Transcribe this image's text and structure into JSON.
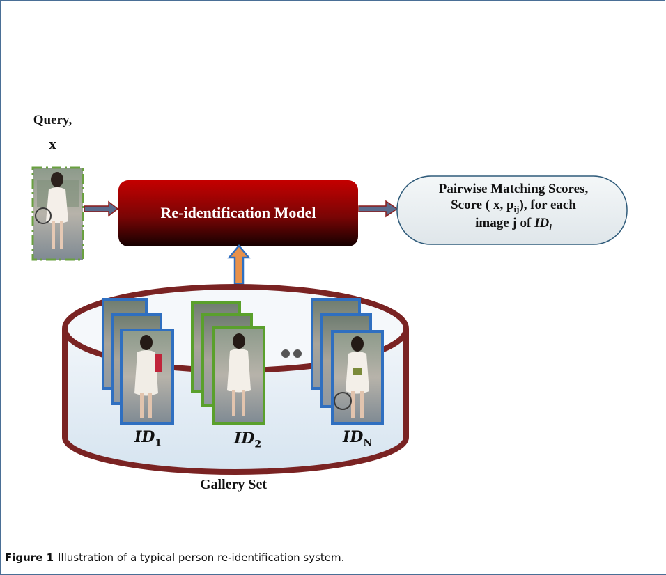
{
  "query": {
    "label": "Query,",
    "variable": "x"
  },
  "model": {
    "label": "Re-identification Model"
  },
  "scores": {
    "line1": "Pairwise Matching Scores,",
    "line2_prefix": "Score ( x, p",
    "line2_sub": "ij",
    "line2_suffix": "), for each",
    "line3_prefix": "image j of ",
    "line3_id": "ID",
    "line3_sub": "i"
  },
  "gallery": {
    "label": "Gallery Set",
    "ids": [
      {
        "text": "ID",
        "sub": "1"
      },
      {
        "text": "ID",
        "sub": "2"
      },
      {
        "text": "ID",
        "sub": "N"
      }
    ],
    "ellipsis": "••"
  },
  "caption": {
    "figure": "Figure 1",
    "text": "Illustration of a typical person re-identification system."
  },
  "colors": {
    "model_top": "#c40000",
    "model_bottom": "#1a0000",
    "cylinder": "#7a2323",
    "frame_blue": "#2f6fc0",
    "frame_green": "#5aa02c",
    "query_border": "#6aa040",
    "arrow_fill": "#5a6b8c",
    "arrow_outline": "#8b1a1a",
    "up_arrow_fill": "#e8914a",
    "up_arrow_outline": "#2f6fc0"
  }
}
